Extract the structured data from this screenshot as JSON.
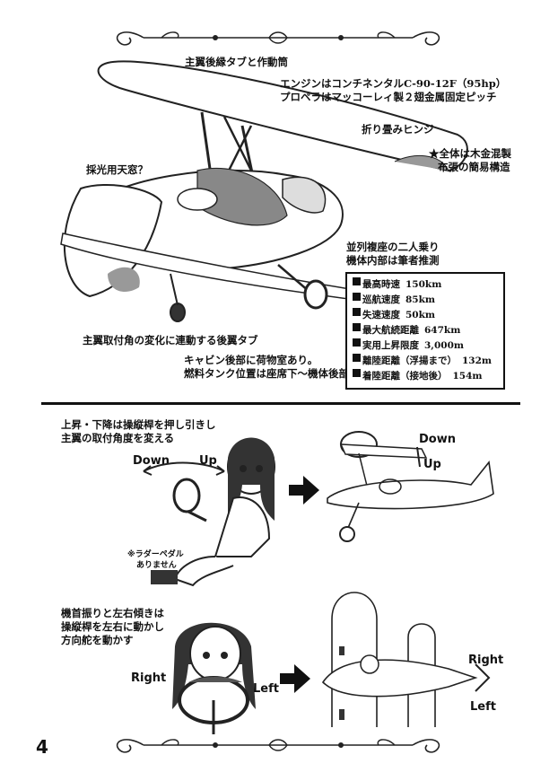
{
  "top_labels": {
    "tab_actuator": "主翼後縁タブと作動筒",
    "engine_line1": "エンジンはコンチネンタルC-90-12F（95hp）",
    "engine_line2": "プロペラはマッコーレィ製２翅金属固定ピッチ",
    "hinge": "折り畳みヒンジ",
    "construction_line1": "★全体は木金混製",
    "construction_line2": "布張の簡易構造",
    "skylight": "採光用天窓？",
    "tandem_line1": "並列複座の二人乗り",
    "tandem_line2": "機体内部は筆者推測",
    "rear_tab": "主翼取付角の変化に連動する後翼タブ",
    "cargo_line1": "キャビン後部に荷物室あり。",
    "cargo_line2": "燃料タンク位置は座席下～機体後部？"
  },
  "specs": [
    {
      "label": "最高時速",
      "value": "150km"
    },
    {
      "label": "巡航速度",
      "value": "85km"
    },
    {
      "label": "失速速度",
      "value": "50km"
    },
    {
      "label": "最大航続距離",
      "value": "647km"
    },
    {
      "label": "実用上昇限度",
      "value": "3,000m"
    },
    {
      "label": "離陸距離（浮揚まで）",
      "value": "132m"
    },
    {
      "label": "着陸距離（接地後）",
      "value": "154m"
    }
  ],
  "pitch_section": {
    "caption_line1": "上昇・下降は操縦桿を押し引きし",
    "caption_line2": "主翼の取付角度を変える",
    "down_label": "Down",
    "up_label": "Up",
    "plane_down": "Down",
    "plane_up": "Up",
    "pedal_line1": "※ラダーペダル",
    "pedal_line2": "ありません"
  },
  "yaw_section": {
    "caption_line1": "機首振りと左右傾きは",
    "caption_line2": "操縦桿を左右に動かし",
    "caption_line3": "方向舵を動かす",
    "right_label": "Right",
    "left_label": "Left",
    "plane_right": "Right",
    "plane_left": "Left"
  },
  "page_number": "4"
}
